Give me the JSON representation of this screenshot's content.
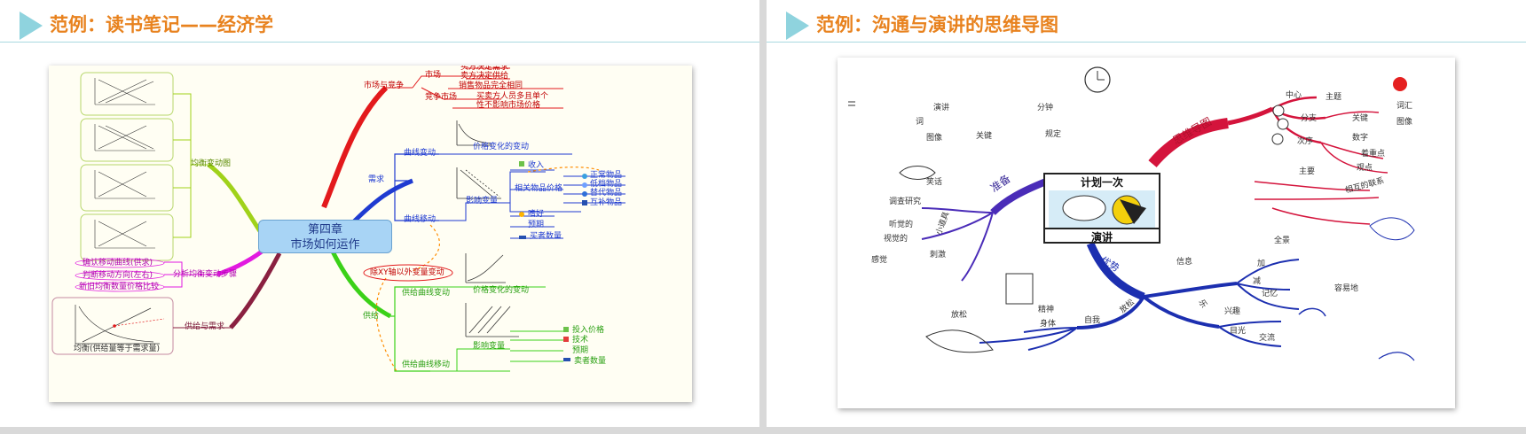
{
  "left_slide": {
    "title": "范例：读书笔记——经济学",
    "mindmap": {
      "center_line1": "第四章",
      "center_line2": "市场如何运作",
      "branches": {
        "market": "市场与竞争",
        "market_sub1": "市场",
        "market_sub1_a": "买方决定需求",
        "market_sub1_b": "卖方决定供给",
        "market_sub2": "竞争市场",
        "market_sub2_a": "销售物品完全相同",
        "market_sub2_b": "买卖方人员多且单个",
        "market_sub2_c": "性不影响市场价格",
        "demand": "需求",
        "demand_curve": "曲线变动",
        "demand_curve_note": "价格变化的变动",
        "demand_shift": "曲线移动",
        "demand_factors": "影响变量",
        "income": "收入",
        "normal_goods": "正常物品",
        "inferior_goods": "低档物品",
        "related_price": "相关物品价格",
        "substitute": "替代物品",
        "complement": "互补物品",
        "preference": "嗜好",
        "expectation": "预期",
        "buyers": "买者数量",
        "xy_note": "除XY轴以外变量变动",
        "supply": "供给",
        "supply_curve": "供给曲线变动",
        "supply_curve_note": "价格变化的变动",
        "supply_shift": "供给曲线移动",
        "supply_factors": "影响变量",
        "input_price": "投入价格",
        "technology": "技术",
        "supply_expect": "预期",
        "sellers": "卖者数量",
        "equilibrium_change": "均衡变动图",
        "analysis": "分析均衡变动步骤",
        "step1": "确认移动曲线(供求)",
        "step2": "判断移动方向(左右)",
        "step3": "新旧均衡数量价格比较",
        "supply_demand": "供给与需求",
        "equilibrium_caption": "均衡(供给量等于需求量)"
      }
    }
  },
  "right_slide": {
    "title": "范例：沟通与演讲的思维导图",
    "mindmap": {
      "plan": "计划一次",
      "speech": "演讲",
      "mind_map": "思维导图",
      "center": "中心",
      "topic": "主题",
      "branch": "分支",
      "keyword": "关键",
      "word": "词汇",
      "image": "图像",
      "order": "次序",
      "number": "数字",
      "focus": "着重点",
      "main": "主要",
      "viewpoint": "观点",
      "relation": "相互的联系",
      "prepare": "准备",
      "speech_word": "演讲",
      "minutes": "分钟",
      "word2": "词",
      "image2": "图像",
      "key2": "关键",
      "rule": "规定",
      "laugh": "笑话",
      "survey": "调查研究",
      "audio": "听觉的",
      "visual": "视觉的",
      "feeling": "感觉",
      "stimulus": "刺激",
      "small_ad": "小道具",
      "advantage": "优势",
      "info": "信息",
      "all": "全景",
      "plus": "加",
      "minus": "减",
      "memory": "记忆",
      "easy": "容易地",
      "relax": "放松",
      "spirit": "精神",
      "body": "身体",
      "self": "自我",
      "confidence": "放松",
      "interest": "兴趣",
      "eye": "目光",
      "exchange": "交流",
      "sense": "乐"
    }
  },
  "colors": {
    "title": "#e8821e",
    "accent_triangle": "#8fd3de",
    "rule": "#a9d9e0"
  }
}
